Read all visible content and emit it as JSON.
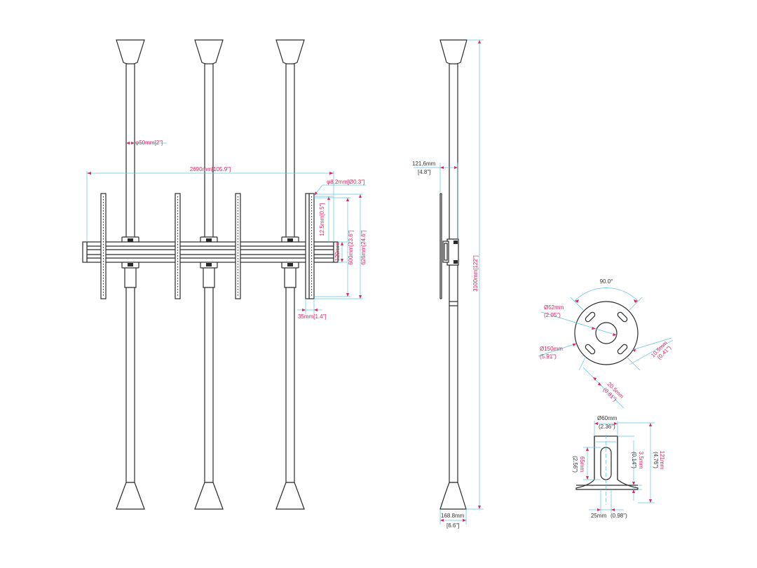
{
  "front_view": {
    "pole_diameter": "φ50mm[2\"]",
    "total_width": "2690mm[105.9\"]",
    "hole_diameter": "φ8.2mm[Ø0.3\"]",
    "hole_pitch": "12.5mm[0.5\"]",
    "bar_height": "120mm",
    "arm_span": "600mm[23.6\"]",
    "arm_length": "626mm[24.6\"]",
    "depth": "35mm[1.4\"]"
  },
  "side_view": {
    "offset_mm": "121.6mm",
    "offset_in": "[4.8\"]",
    "total_height": "3100mm[122\"]",
    "base_mm": "168.8mm",
    "base_in": "[6.6\"]"
  },
  "base_plate": {
    "angle": "90.0°",
    "center_hole_mm": "Ø52mm",
    "center_hole_in": "(2.05\")",
    "plate_mm": "Ø150mm",
    "plate_in": "(5.91\")",
    "slot_width_mm": "10.5mm",
    "slot_width_in": "(0.41\")",
    "slot_length_mm": "20.5mm",
    "slot_length_in": "(0.81\")"
  },
  "bracket": {
    "width_mm": "Ø60mm",
    "width_in": "(2.36\")",
    "slot_height_mm": "65mm",
    "slot_height_in": "(2.56\")",
    "thickness_mm": "3.5mm",
    "thickness_in": "(0.14\")",
    "height_mm": "121mm",
    "height_in": "(4.76\")",
    "slot_width_mm": "25mm",
    "slot_width_in": "(0.98\")"
  }
}
